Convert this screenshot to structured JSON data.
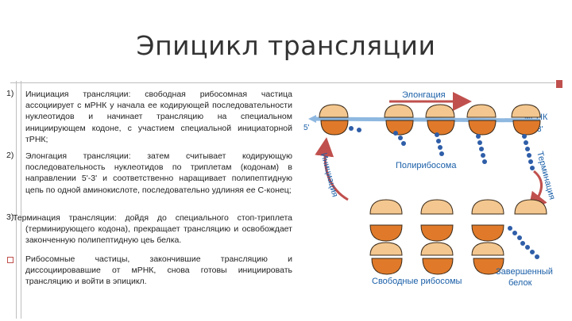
{
  "title": "Эпицикл трансляции",
  "items": [
    {
      "num": "1)",
      "text": "Инициация трансляции: свободная рибосомная частица ассоциирует с мРНК у начала ее кодирующей последовательности нуклеотидов и начинает трансляцию на специальном инициирующем кодоне, с участием специальной инициаторной тРНК;"
    },
    {
      "num": "2)",
      "text": "Элонгация трансляции: затем считывает кодирующую последовательность нуклеотидов по триплетам (кодонам) в направлении 5'-3' и соответственно наращивает полипептидную цепь по одной аминокислоте, последовательно удлиняя ее C-конец;"
    },
    {
      "num": "3)",
      "text": "Терминация трансляции: дойдя до специального стоп-триплета (терминирующего кодона), прекращает трансляцию и освобождает законченную полипептидную цеь белка."
    },
    {
      "num": "",
      "text": "Рибосомные частицы, закончившие трансляцию и диссоциировавшие от мРНК, снова готовы инициировать трансляцию и войти в эпицикл."
    }
  ],
  "diagram": {
    "elongation": "Элонгация",
    "mrna": "мРНК",
    "three_prime": "3'",
    "five_prime": "5'",
    "polyribosome": "Полирибосома",
    "initiation": "Инициация",
    "termination": "Терминация",
    "free_ribosomes": "Свободные рибосомы",
    "finished_protein_1": "Завершенный",
    "finished_protein_2": "белок"
  },
  "colors": {
    "label_blue": "#1a5fa8",
    "ribosome_light": "#f3c78f",
    "ribosome_dark": "#e07a2a",
    "ribosome_outline": "#3a2a1a",
    "mrna": "#8eb8e0",
    "peptide": "#2f5ea8",
    "accent": "#c0504d"
  }
}
